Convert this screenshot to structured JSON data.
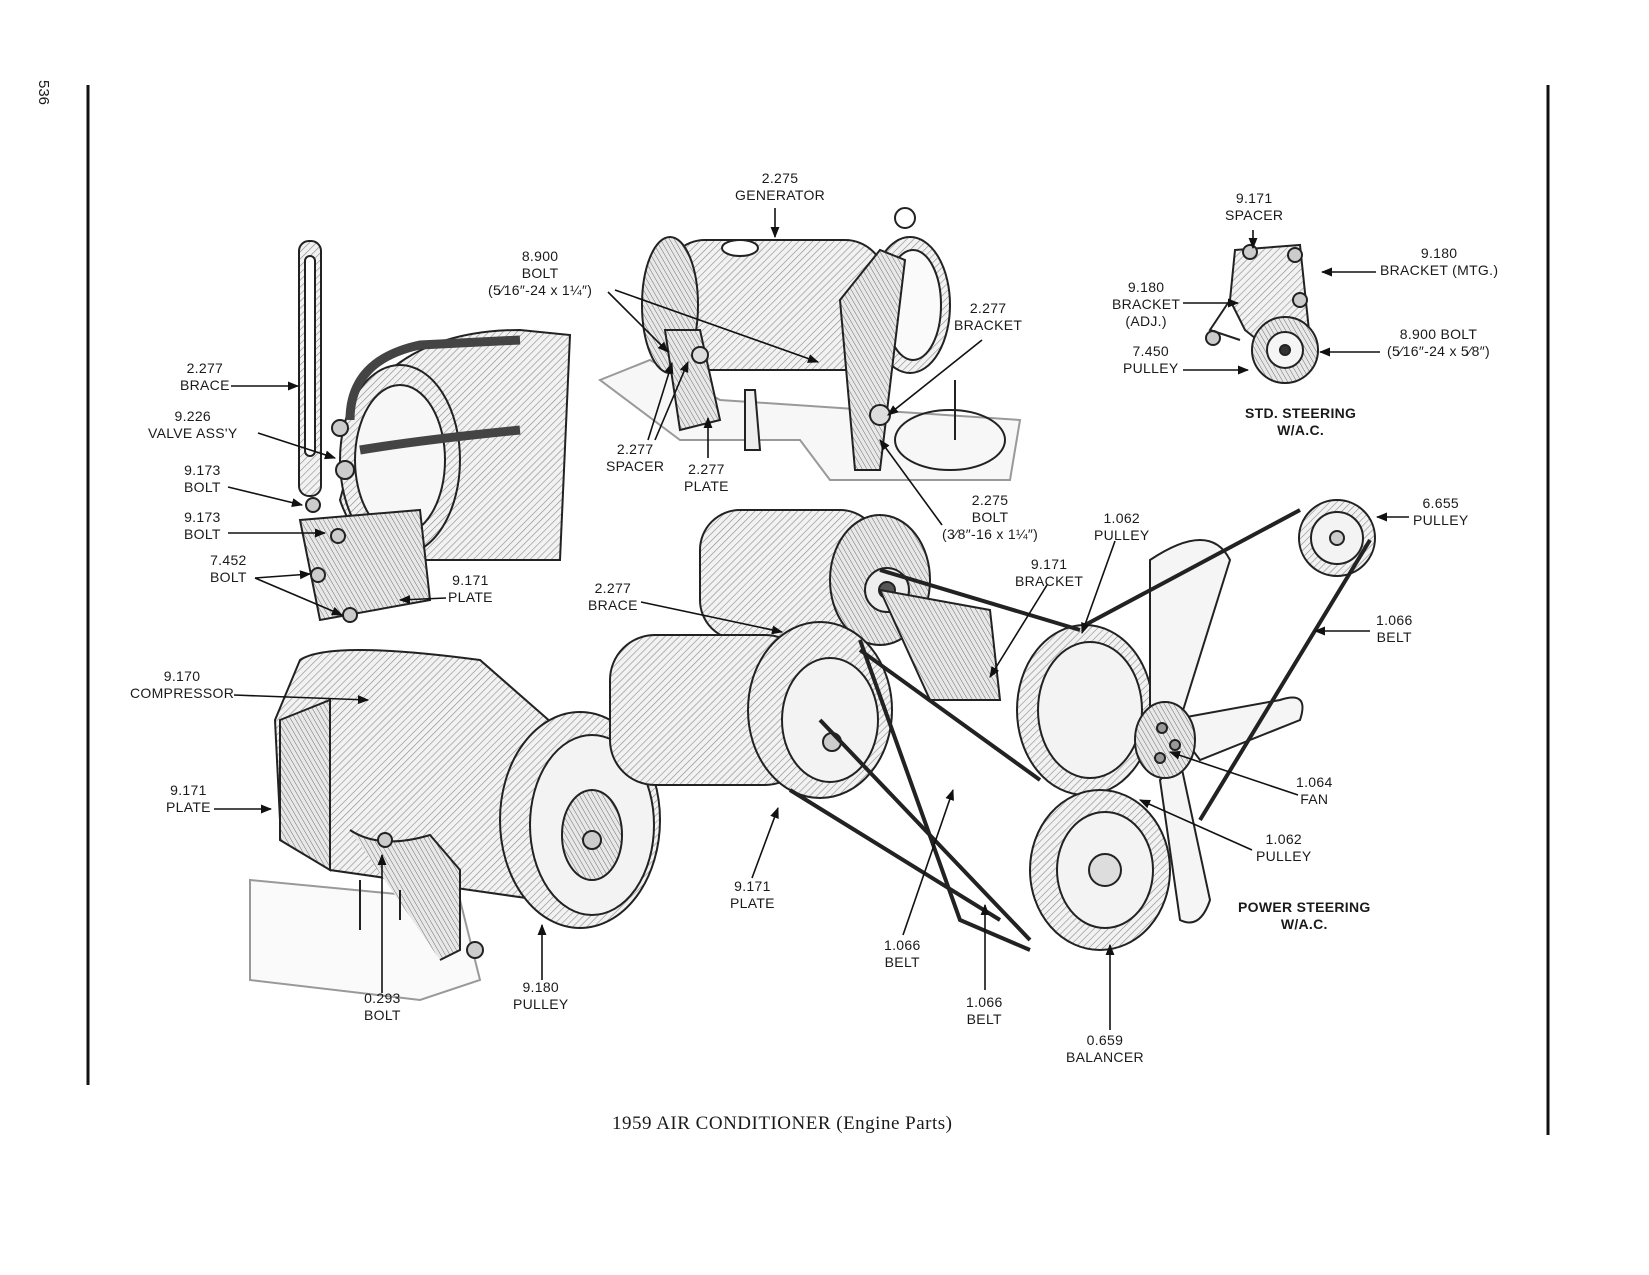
{
  "page_number": "536",
  "caption": "1959 AIR CONDITIONER (Engine Parts)",
  "callouts": {
    "generator": [
      "2.275",
      "GENERATOR"
    ],
    "bolt_8900": [
      "8.900",
      "BOLT",
      "(5⁄16″-24 x 1¼″)"
    ],
    "bracket_2277": [
      "2.277",
      "BRACKET"
    ],
    "spacer_2277": [
      "2.277",
      "SPACER"
    ],
    "plate_2277": [
      "2.277",
      "PLATE"
    ],
    "bolt_2275": [
      "2.275",
      "BOLT",
      "(3⁄8″-16 x 1¼″)"
    ],
    "brace_left": [
      "2.277",
      "BRACE"
    ],
    "valve_assy": [
      "9.226",
      "VALVE ASS'Y"
    ],
    "bolt_9173_a": [
      "9.173",
      "BOLT"
    ],
    "bolt_9173_b": [
      "9.173",
      "BOLT"
    ],
    "bolt_7452": [
      "7.452",
      "BOLT"
    ],
    "plate_9171_top": [
      "9.171",
      "PLATE"
    ],
    "compressor": [
      "9.170",
      "COMPRESSOR"
    ],
    "plate_9171_left": [
      "9.171",
      "PLATE"
    ],
    "bolt_0293": [
      "0.293",
      "BOLT"
    ],
    "pulley_9180": [
      "9.180",
      "PULLEY"
    ],
    "spacer_9171": [
      "9.171",
      "SPACER"
    ],
    "bracket_mtg": [
      "9.180",
      "BRACKET (MTG.)"
    ],
    "bracket_adj": [
      "9.180",
      "BRACKET",
      "(ADJ.)"
    ],
    "pulley_7450": [
      "7.450",
      "PULLEY"
    ],
    "bolt_8900_right": [
      "8.900 BOLT",
      "(5⁄16″-24 x 5⁄8″)"
    ],
    "std_steering": [
      "STD. STEERING",
      "W/A.C."
    ],
    "pulley_6655": [
      "6.655",
      "PULLEY"
    ],
    "pulley_1062_top": [
      "1.062",
      "PULLEY"
    ],
    "bracket_9171": [
      "9.171",
      "BRACKET"
    ],
    "brace_center": [
      "2.277",
      "BRACE"
    ],
    "belt_1066_right": [
      "1.066",
      "BELT"
    ],
    "fan": [
      "1.064",
      "FAN"
    ],
    "pulley_1062_low": [
      "1.062",
      "PULLEY"
    ],
    "power_steering": [
      "POWER STEERING",
      "W/A.C."
    ],
    "plate_9171_center": [
      "9.171",
      "PLATE"
    ],
    "belt_1066_a": [
      "1.066",
      "BELT"
    ],
    "belt_1066_b": [
      "1.066",
      "BELT"
    ],
    "balancer": [
      "0.659",
      "BALANCER"
    ]
  }
}
